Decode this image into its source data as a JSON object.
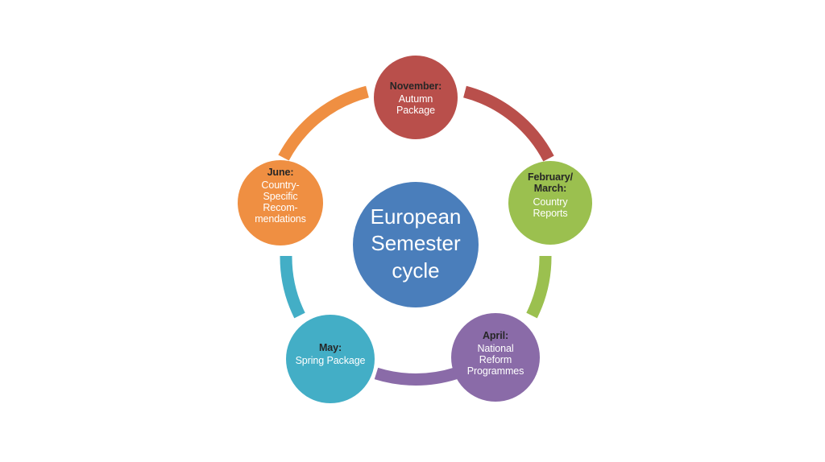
{
  "diagram": {
    "title": "European Semester cycle",
    "type": "cycle-diagram",
    "background_color": "#FFFFFF",
    "center": {
      "label_lines": [
        "European",
        "Semester",
        "cycle"
      ],
      "color": "#4A7EBB",
      "text_color": "#FFFFFF"
    },
    "nodes": [
      {
        "id": "november",
        "heading": "November:",
        "body_lines": [
          "Autumn",
          "Package"
        ],
        "color": "#B94F4B",
        "heading_color": "#262626",
        "body_color": "#FFFFFF",
        "position": "top"
      },
      {
        "id": "february-march",
        "heading_lines": [
          "February/",
          "March:"
        ],
        "body_lines": [
          "Country",
          "Reports"
        ],
        "color": "#9BC04F",
        "heading_color": "#262626",
        "body_color": "#FFFFFF",
        "position": "right"
      },
      {
        "id": "april",
        "heading": "April:",
        "body_lines": [
          "National",
          "Reform",
          "Programmes"
        ],
        "color": "#8A6BA8",
        "heading_color": "#262626",
        "body_color": "#FFFFFF",
        "position": "bottom-right"
      },
      {
        "id": "may",
        "heading": "May:",
        "body_lines": [
          "Spring Package"
        ],
        "color": "#43AEC6",
        "heading_color": "#1F3A45",
        "body_color": "#FFFFFF",
        "position": "bottom-left"
      },
      {
        "id": "june",
        "heading": "June:",
        "body_lines": [
          "Country-",
          "Specific",
          "Recom-",
          "mendations"
        ],
        "color": "#EF8F42",
        "heading_color": "#262626",
        "body_color": "#FFFFFF",
        "position": "left"
      }
    ],
    "arrows": [
      {
        "id": "june-to-november",
        "color": "#EF8F42",
        "from": "june",
        "to": "november"
      },
      {
        "id": "november-to-february-march",
        "color": "#B94F4B",
        "from": "november",
        "to": "february-march"
      },
      {
        "id": "february-march-to-april",
        "color": "#9BC04F",
        "from": "february-march",
        "to": "april"
      },
      {
        "id": "april-to-may",
        "color": "#8A6BA8",
        "from": "april",
        "to": "may"
      },
      {
        "id": "may-to-june",
        "color": "#43AEC6",
        "from": "may",
        "to": "june"
      }
    ]
  }
}
